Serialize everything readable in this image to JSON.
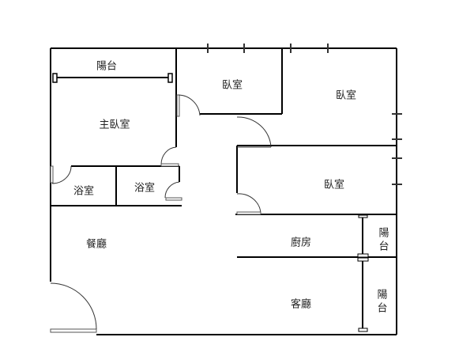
{
  "rooms": {
    "balcony_top": "陽台",
    "master_bedroom": "主臥室",
    "bedroom_1": "臥室",
    "bedroom_2": "臥室",
    "bedroom_3": "臥室",
    "bathroom_1": "浴室",
    "bathroom_2": "浴室",
    "dining_room": "餐廳",
    "kitchen": "廚房",
    "living_room": "客廳",
    "balcony_kitchen": "陽台",
    "balcony_living": "陽台"
  }
}
